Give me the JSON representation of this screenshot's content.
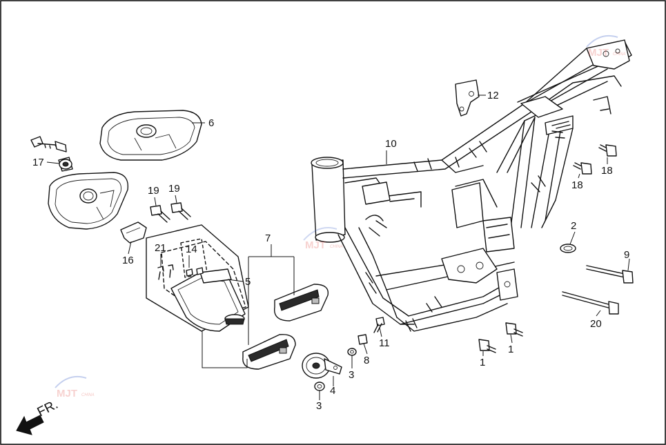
{
  "diagram": {
    "border_color": "#111111",
    "callouts": [
      {
        "id": "c1a",
        "text": "1"
      },
      {
        "id": "c1b",
        "text": "1"
      },
      {
        "id": "c2",
        "text": "2"
      },
      {
        "id": "c3a",
        "text": "3"
      },
      {
        "id": "c3b",
        "text": "3"
      },
      {
        "id": "c4",
        "text": "4"
      },
      {
        "id": "c5",
        "text": "5"
      },
      {
        "id": "c6",
        "text": "6"
      },
      {
        "id": "c7",
        "text": "7"
      },
      {
        "id": "c8",
        "text": "8"
      },
      {
        "id": "c9",
        "text": "9"
      },
      {
        "id": "c10",
        "text": "10"
      },
      {
        "id": "c11",
        "text": "11"
      },
      {
        "id": "c12",
        "text": "12"
      },
      {
        "id": "c14",
        "text": "14"
      },
      {
        "id": "c16",
        "text": "16"
      },
      {
        "id": "c17",
        "text": "17"
      },
      {
        "id": "c18a",
        "text": "18"
      },
      {
        "id": "c18b",
        "text": "18"
      },
      {
        "id": "c19a",
        "text": "19"
      },
      {
        "id": "c19b",
        "text": "19"
      },
      {
        "id": "c20",
        "text": "20"
      },
      {
        "id": "c21",
        "text": "21"
      }
    ],
    "direction_label": "FR.",
    "watermark": {
      "brand": "MJT",
      "sub": "CHINA",
      "colors": {
        "red": "#d9342b",
        "blue": "#3a5fc8"
      }
    }
  }
}
